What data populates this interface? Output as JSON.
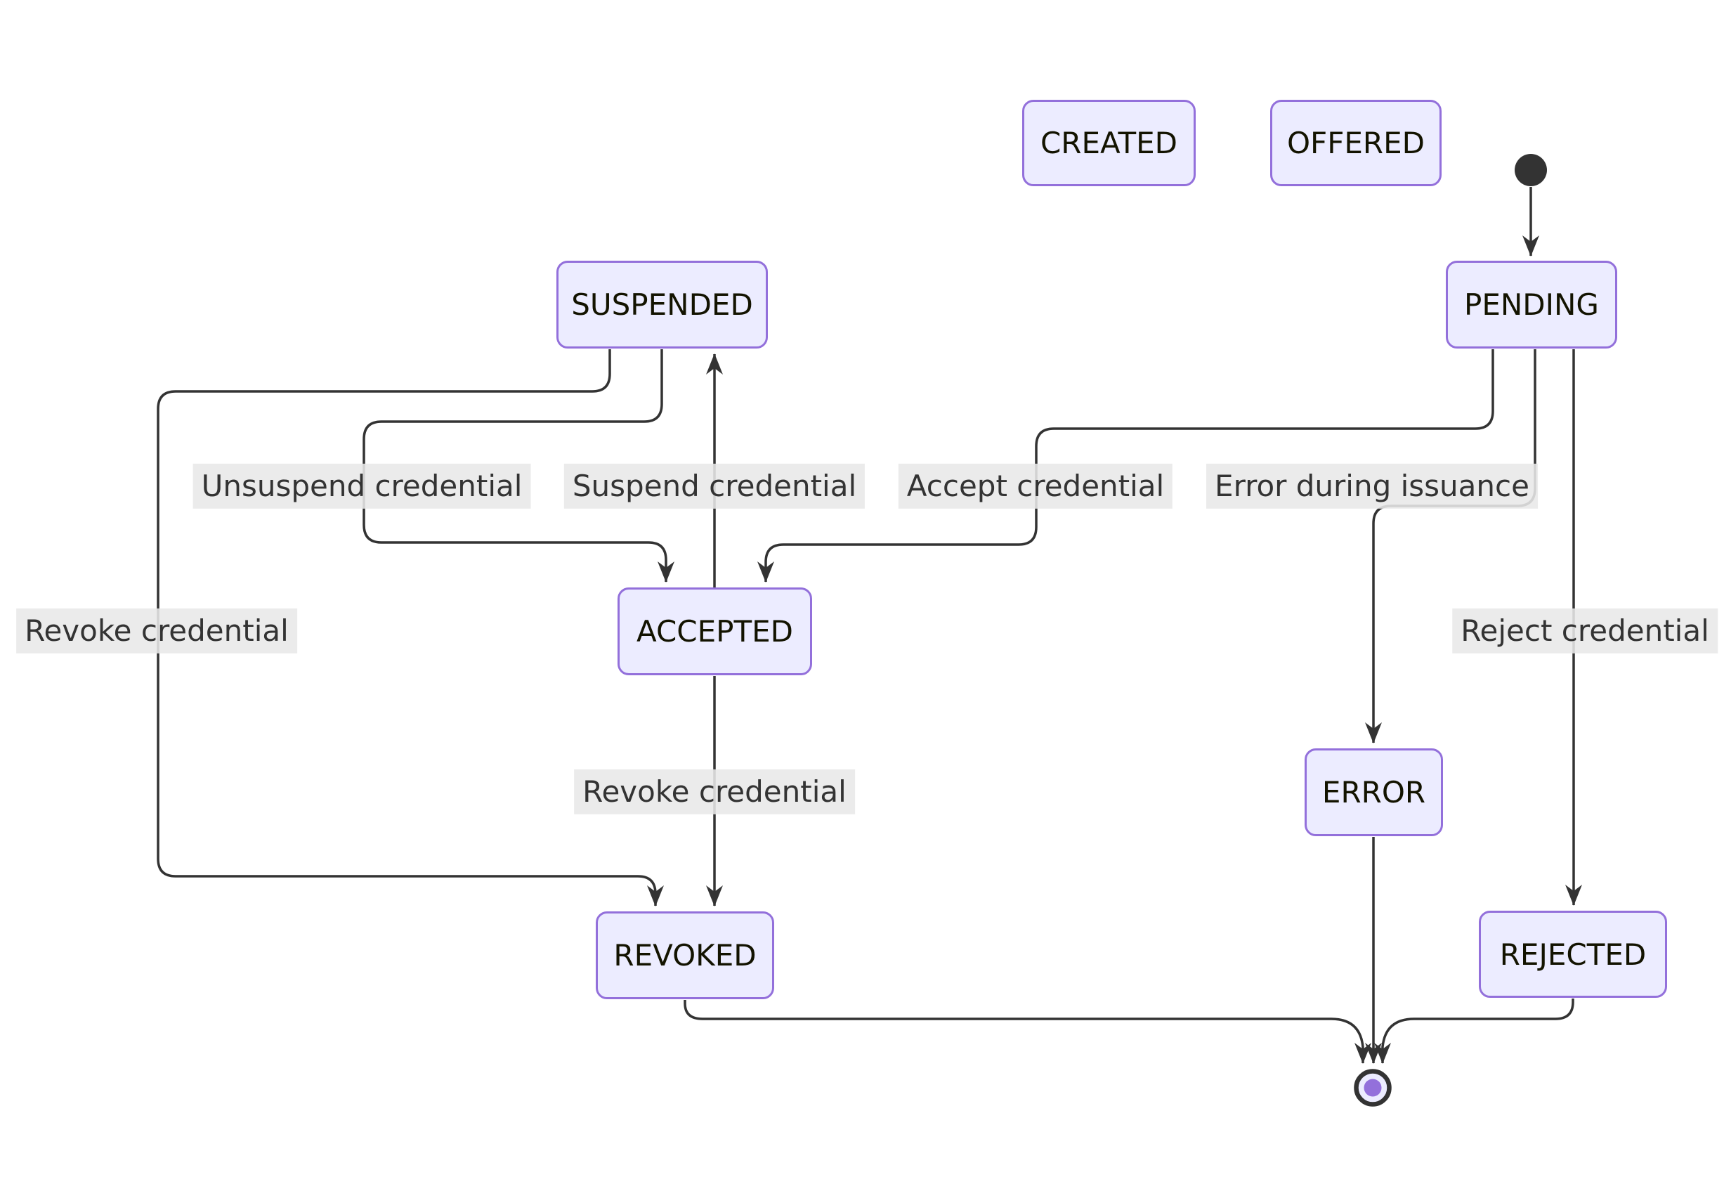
{
  "diagram": {
    "kind": "state-diagram",
    "states": {
      "created": {
        "label": "CREATED"
      },
      "offered": {
        "label": "OFFERED"
      },
      "pending": {
        "label": "PENDING"
      },
      "suspended": {
        "label": "SUSPENDED"
      },
      "accepted": {
        "label": "ACCEPTED"
      },
      "error": {
        "label": "ERROR"
      },
      "revoked": {
        "label": "REVOKED"
      },
      "rejected": {
        "label": "REJECTED"
      }
    },
    "pseudo_states": {
      "start": {
        "type": "initial"
      },
      "end": {
        "type": "final"
      }
    },
    "transitions": {
      "start_pending": {
        "from": "start",
        "to": "PENDING",
        "label": ""
      },
      "unsuspend": {
        "from": "SUSPENDED",
        "to": "ACCEPTED",
        "label": "Unsuspend credential"
      },
      "suspend": {
        "from": "ACCEPTED",
        "to": "SUSPENDED",
        "label": "Suspend credential"
      },
      "accept": {
        "from": "PENDING",
        "to": "ACCEPTED",
        "label": "Accept credential"
      },
      "error_issuance": {
        "from": "PENDING",
        "to": "ERROR",
        "label": "Error during issuance"
      },
      "revoke_suspended": {
        "from": "SUSPENDED",
        "to": "REVOKED",
        "label": "Revoke credential"
      },
      "revoke_accepted": {
        "from": "ACCEPTED",
        "to": "REVOKED",
        "label": "Revoke credential"
      },
      "reject": {
        "from": "PENDING",
        "to": "REJECTED",
        "label": "Reject credential"
      },
      "revoked_end": {
        "from": "REVOKED",
        "to": "end",
        "label": ""
      },
      "error_end": {
        "from": "ERROR",
        "to": "end",
        "label": ""
      },
      "rejected_end": {
        "from": "REJECTED",
        "to": "end",
        "label": ""
      }
    },
    "colors": {
      "state_fill": "#ECECFF",
      "state_border": "#9370DB",
      "state_text": "#131300",
      "edge_line": "#333333",
      "edge_label_bg": "#e8e8e8",
      "edge_label_text": "#333333",
      "start_dot": "#333333",
      "final_core": "#9370DB",
      "background": "#ffffff"
    }
  }
}
